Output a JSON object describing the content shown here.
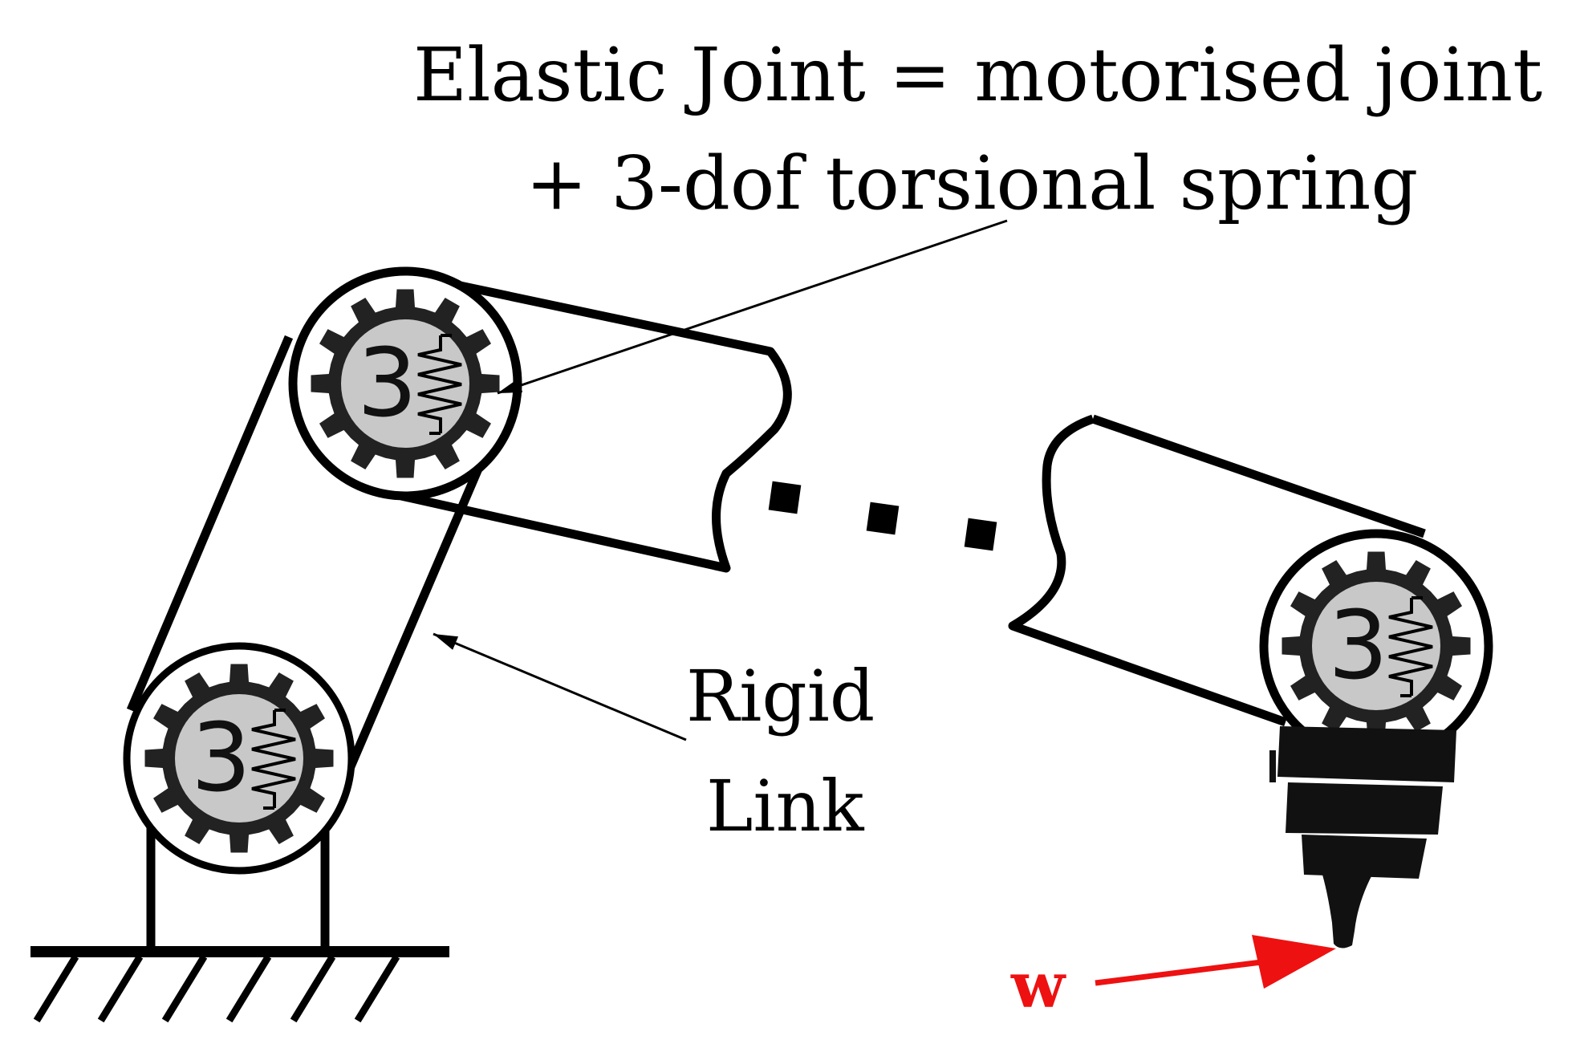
{
  "annotations": {
    "elastic_joint_line1": "Elastic Joint = motorised joint",
    "elastic_joint_line2": "+ 3-dof torsional spring",
    "rigid_link_line1": "Rigid",
    "rigid_link_line2": "Link",
    "force_label": "w"
  },
  "joints": [
    {
      "name": "base-joint",
      "digit": "3"
    },
    {
      "name": "elbow-joint",
      "digit": "3"
    },
    {
      "name": "wrist-joint",
      "digit": "3"
    }
  ],
  "colors": {
    "ink": "#000000",
    "gear": "#222222",
    "hub": "#c8c8c8",
    "force": "#ee1111"
  },
  "icons": [
    "gear-icon",
    "torsional-spring-icon",
    "ground-hatch-icon",
    "end-effector-tool-icon",
    "force-arrow-icon"
  ]
}
